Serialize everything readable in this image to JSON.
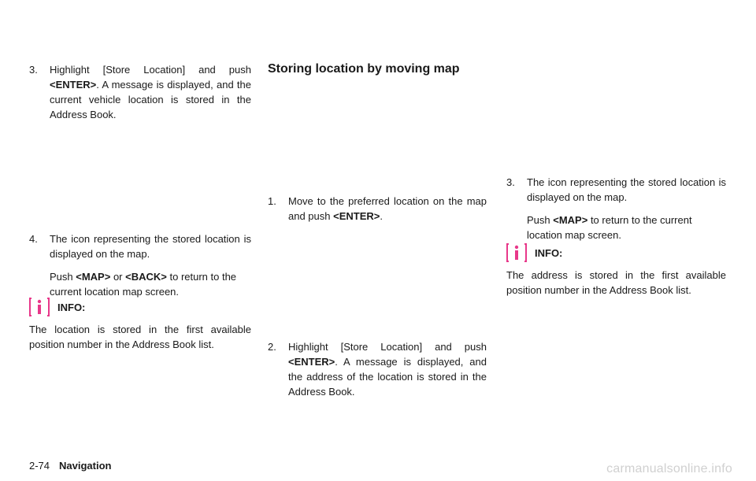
{
  "left": {
    "step3": {
      "num": "3.",
      "pre": "Highlight [Store Location] and push",
      "key": "<ENTER>",
      "post": ". A message is displayed, and the current vehicle location is stored in the Address Book."
    },
    "step4": {
      "num": "4.",
      "text": "The icon representing the stored location is displayed on the map.",
      "push_pre": "Push ",
      "key1": "<MAP>",
      "or": " or ",
      "key2": "<BACK>",
      "push_post": " to return to the current location map screen."
    },
    "info": {
      "title": "INFO:",
      "text": "The location is stored in the first available position number in the Address Book list."
    }
  },
  "middle": {
    "heading": "Storing location by moving map",
    "step1": {
      "num": "1.",
      "pre": "Move to the preferred location on the map and push ",
      "key": "<ENTER>",
      "post": "."
    },
    "step2": {
      "num": "2.",
      "pre": "Highlight [Store Location] and push",
      "key": "<ENTER>",
      "post": ". A message is displayed, and the address of the location is stored in the Address Book."
    }
  },
  "right": {
    "step3": {
      "num": "3.",
      "text": "The icon representing the stored location is displayed on the map.",
      "push_pre": "Push ",
      "key": "<MAP>",
      "push_post": " to return to the current location map screen."
    },
    "info": {
      "title": "INFO:",
      "text": "The address is stored in the first available position number in the Address Book list."
    }
  },
  "footer": {
    "page": "2-74",
    "section": "Navigation"
  },
  "watermark": "carmanualsonline.info",
  "colors": {
    "info_icon": "#e8388a"
  }
}
